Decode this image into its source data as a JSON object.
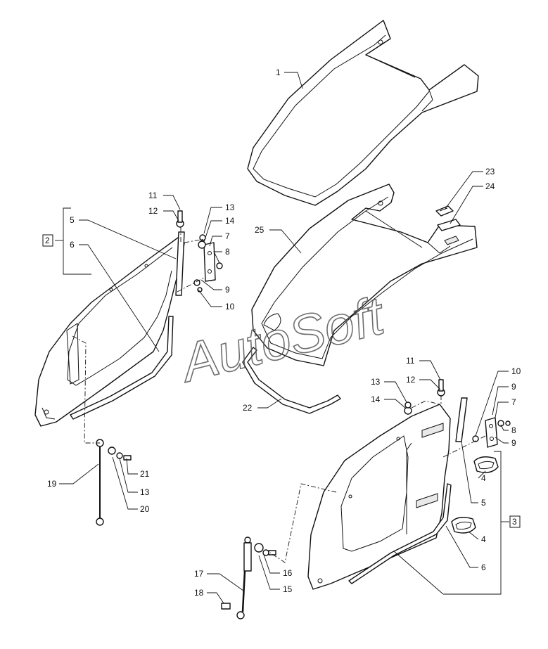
{
  "watermark": "AutoSoft",
  "callouts": [
    "1",
    "2",
    "3",
    "4",
    "4",
    "5",
    "5",
    "6",
    "6",
    "7",
    "7",
    "8",
    "8",
    "9",
    "9",
    "10",
    "10",
    "11",
    "11",
    "12",
    "12",
    "13",
    "13",
    "13",
    "14",
    "14",
    "15",
    "16",
    "17",
    "18",
    "19",
    "20",
    "21",
    "22",
    "23",
    "24",
    "25"
  ],
  "labels": {
    "n1": "1",
    "n2": "2",
    "n3": "3",
    "n4a": "4",
    "n4b": "4",
    "n5a": "5",
    "n5b": "5",
    "n6a": "6",
    "n6b": "6",
    "n7a": "7",
    "n7b": "7",
    "n8a": "8",
    "n8b": "8",
    "n9a": "9",
    "n9b": "9",
    "n9c": "9",
    "n10a": "10",
    "n10b": "10",
    "n11a": "11",
    "n11b": "11",
    "n12a": "12",
    "n12b": "12",
    "n13a": "13",
    "n13b": "13",
    "n13c": "13",
    "n14a": "14",
    "n14b": "14",
    "n15": "15",
    "n16": "16",
    "n17": "17",
    "n18": "18",
    "n19": "19",
    "n20": "20",
    "n21": "21",
    "n22": "22",
    "n23": "23",
    "n24": "24",
    "n25": "25"
  }
}
